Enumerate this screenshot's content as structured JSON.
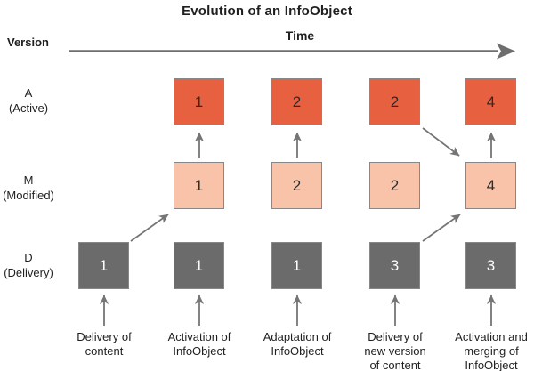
{
  "title": "Evolution of an InfoObject",
  "axis": {
    "version_label": "Version",
    "time_label": "Time"
  },
  "row_labels": [
    {
      "abbr": "A",
      "name": "(Active)"
    },
    {
      "abbr": "M",
      "name": "(Modified)"
    },
    {
      "abbr": "D",
      "name": "(Delivery)"
    }
  ],
  "grid": {
    "active": [
      "1",
      "2",
      "2",
      "4"
    ],
    "modified": [
      "1",
      "2",
      "2",
      "4"
    ],
    "delivery": [
      "1",
      "1",
      "1",
      "3",
      "3"
    ]
  },
  "events": [
    "Delivery of\ncontent",
    "Activation of\nInfoObject",
    "Adaptation of\nInfoObject",
    "Delivery of\nnew version\nof content",
    "Activation and\nmerging of\nInfoObject"
  ],
  "colors": {
    "active_box": "#e7603f",
    "modified_box": "#f8c3a8",
    "delivery_box": "#6b6b6b",
    "box_border": "#878787",
    "arrow": "#757575",
    "text": "#1f1f1f"
  }
}
